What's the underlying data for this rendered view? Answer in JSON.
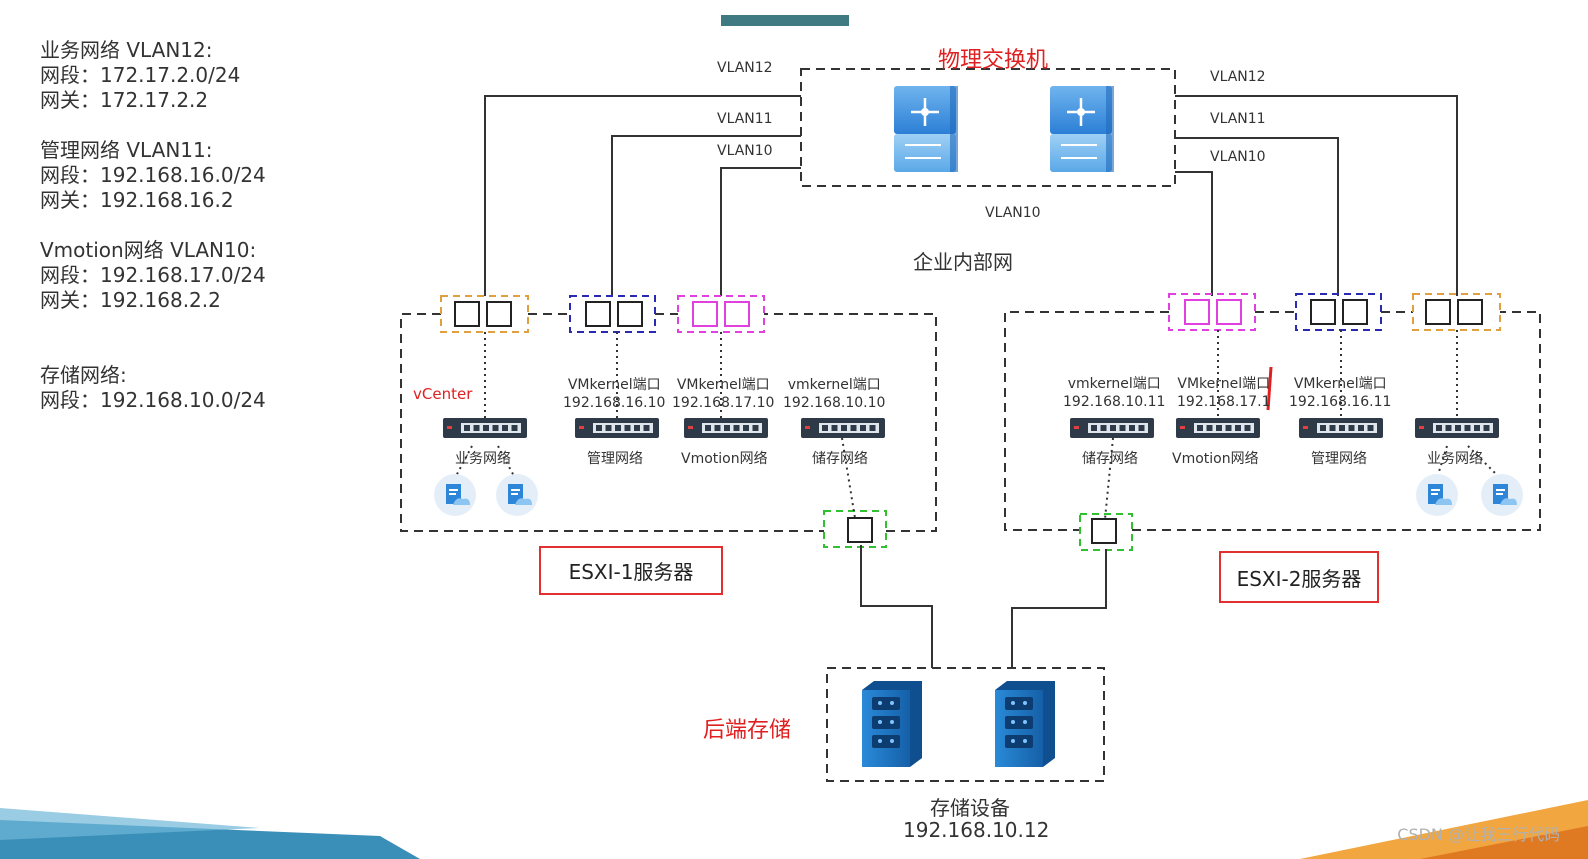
{
  "legend": {
    "biz_title": "业务网络 VLAN12:",
    "biz_segment": "网段：172.17.2.0/24",
    "biz_gateway": "网关：172.17.2.2",
    "mgmt_title": "管理网络 VLAN11:",
    "mgmt_segment": "网段：192.168.16.0/24",
    "mgmt_gateway": "网关：192.168.16.2",
    "vmotion_title": "Vmotion网络 VLAN10:",
    "vmotion_segment": "网段：192.168.17.0/24",
    "vmotion_gateway": "网关：192.168.2.2",
    "storage_title": "存储网络:",
    "storage_segment": "网段：192.168.10.0/24"
  },
  "diagram": {
    "switch_title": "物理交换机",
    "vlan12": "VLAN12",
    "vlan11": "VLAN11",
    "vlan10": "VLAN10",
    "intranet": "企业内部网",
    "vcenter": "vCenter",
    "esxi1": {
      "title": "ESXI-1服务器",
      "vmk_mgmt": "VMkernel端口",
      "vmk_mgmt_ip": "192.168.16.10",
      "vmk_vmotion": "VMkernel端口",
      "vmk_vmotion_ip": "192.168.17.10",
      "vmk_storage": "vmkernel端口",
      "vmk_storage_ip": "192.168.10.10",
      "sw_biz": "业务网络",
      "sw_mgmt": "管理网络",
      "sw_vmotion": "Vmotion网络",
      "sw_storage": "储存网络"
    },
    "esxi2": {
      "title": "ESXI-2服务器",
      "vmk_storage": "vmkernel端口",
      "vmk_storage_ip": "192.168.10.11",
      "vmk_vmotion": "VMkernel端口",
      "vmk_vmotion_ip": "192.168.17.1",
      "vmk_mgmt": "VMkernel端口",
      "vmk_mgmt_ip": "192.168.16.11",
      "sw_storage": "储存网络",
      "sw_vmotion": "Vmotion网络",
      "sw_mgmt": "管理网络",
      "sw_biz": "业务网络"
    },
    "storage_title": "后端存储",
    "storage_device": "存储设备",
    "storage_ip": "192.168.10.12"
  },
  "watermark": "CSDN @让我三行代码",
  "colors": {
    "accent_bar": "#3f7a82",
    "red": "#e02020",
    "biz_port": "#e0a040",
    "mgmt_port": "#2a2ab0",
    "vmotion_port": "#e040e0",
    "storage_port": "#30c030",
    "device_blue": "#2e86d8"
  }
}
